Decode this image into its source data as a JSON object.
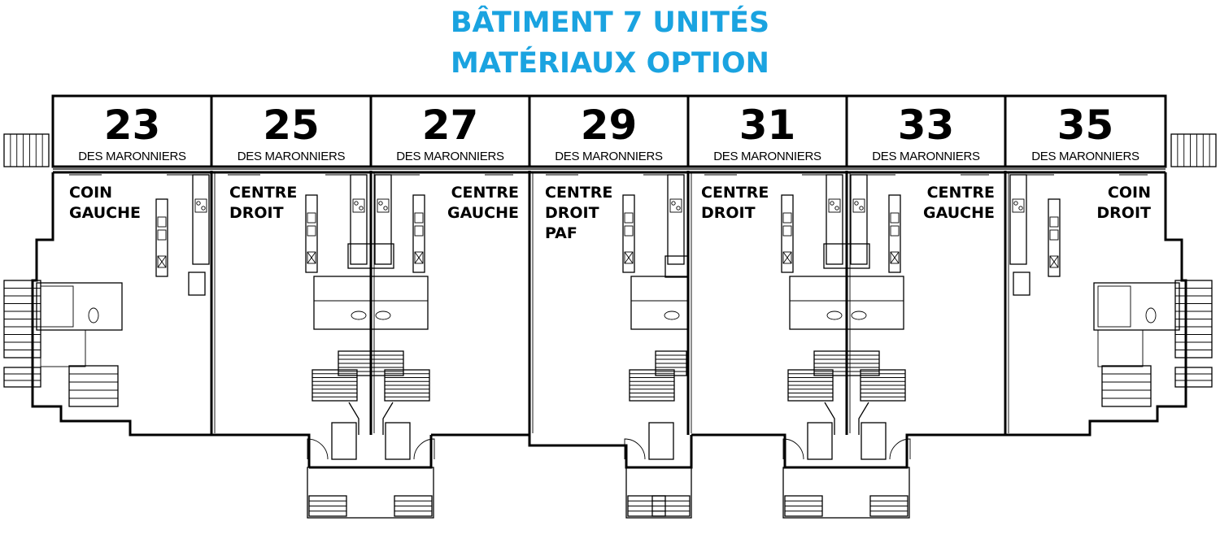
{
  "title": {
    "line1": "BÂTIMENT 7 UNITÉS",
    "line2": "MATÉRIAUX OPTION"
  },
  "accent_color": "#1aa3e0",
  "units": [
    {
      "number": "23",
      "street": "DES MARONNIERS",
      "type_lines": [
        "COIN",
        "GAUCHE"
      ]
    },
    {
      "number": "25",
      "street": "DES MARONNIERS",
      "type_lines": [
        "CENTRE",
        "DROIT"
      ]
    },
    {
      "number": "27",
      "street": "DES MARONNIERS",
      "type_lines": [
        "CENTRE",
        "GAUCHE"
      ]
    },
    {
      "number": "29",
      "street": "DES MARONNIERS",
      "type_lines": [
        "CENTRE",
        "DROIT",
        "PAF"
      ]
    },
    {
      "number": "31",
      "street": "DES MARONNIERS",
      "type_lines": [
        "CENTRE",
        "DROIT"
      ]
    },
    {
      "number": "33",
      "street": "DES MARONNIERS",
      "type_lines": [
        "CENTRE",
        "GAUCHE"
      ]
    },
    {
      "number": "35",
      "street": "DES MARONNIERS",
      "type_lines": [
        "COIN",
        "DROIT"
      ]
    }
  ]
}
